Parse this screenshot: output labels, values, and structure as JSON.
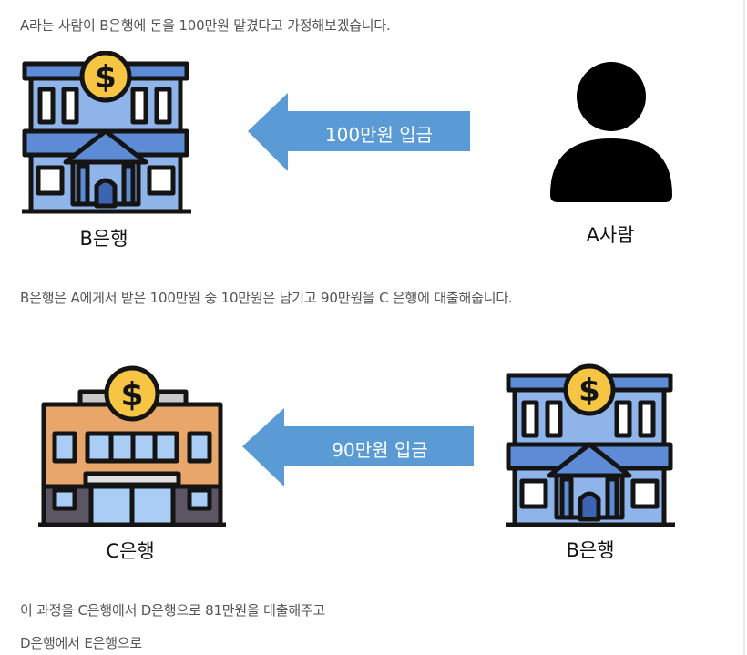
{
  "paragraphs": {
    "p1": "A라는 사람이 B은행에 돈을 100만원 맡겼다고 가정해보겠습니다.",
    "p2": "B은행은 A에게서 받은 100만원 중 10만원은 남기고 90만원을 C 은행에 대출해줍니다.",
    "p3": "이 과정을 C은행에서 D은행으로 81만원을 대출해주고",
    "p4": "D은행에서 E은행으로"
  },
  "diagram1": {
    "bank_label": "B은행",
    "arrow_label": "100만원  입금",
    "person_label": "A사람"
  },
  "diagram2": {
    "bank_left_label": "C은행",
    "arrow_label": "90만원  입금",
    "bank_right_label": "B은행"
  },
  "colors": {
    "arrow": "#5b9bd5",
    "bank_blue": "#7ea6e0",
    "bank_orange": "#e8a66a",
    "coin": "#f6c544",
    "outline": "#141414",
    "person": "#000000"
  },
  "icons": {
    "bank1": "bank-building-blue-icon",
    "person": "person-icon",
    "bank2": "bank-building-orange-icon",
    "bank3": "bank-building-blue-icon"
  }
}
